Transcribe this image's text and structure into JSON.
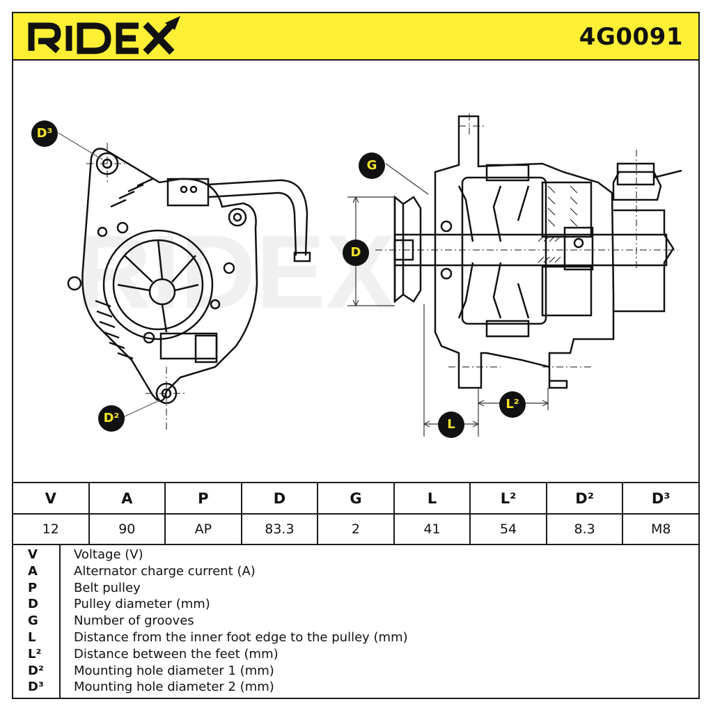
{
  "brand": {
    "name": "RIDEX"
  },
  "part_number": "4G0091",
  "callouts": {
    "d3": "D³",
    "d2": "D²",
    "g": "G",
    "d": "D",
    "l": "L",
    "l2": "L²"
  },
  "table": {
    "headers": [
      "V",
      "A",
      "P",
      "D",
      "G",
      "L",
      "L²",
      "D²",
      "D³"
    ],
    "values": [
      "12",
      "90",
      "AP",
      "83.3",
      "2",
      "41",
      "54",
      "8.3",
      "M8"
    ]
  },
  "legend": [
    {
      "key": "V",
      "desc": "Voltage (V)"
    },
    {
      "key": "A",
      "desc": "Alternator charge current (A)"
    },
    {
      "key": "P",
      "desc": "Belt pulley"
    },
    {
      "key": "D",
      "desc": "Pulley diameter (mm)"
    },
    {
      "key": "G",
      "desc": "Number of grooves"
    },
    {
      "key": "L",
      "desc": "Distance from the inner foot edge to the pulley (mm)"
    },
    {
      "key": "L²",
      "desc": "Distance between the feet (mm)"
    },
    {
      "key": "D²",
      "desc": "Mounting hole diameter 1 (mm)"
    },
    {
      "key": "D³",
      "desc": "Mounting hole diameter 2 (mm)"
    }
  ],
  "colors": {
    "accent_yellow": "#fff035",
    "callout_text": "#f2e22a",
    "line": "#1a1a1a"
  }
}
